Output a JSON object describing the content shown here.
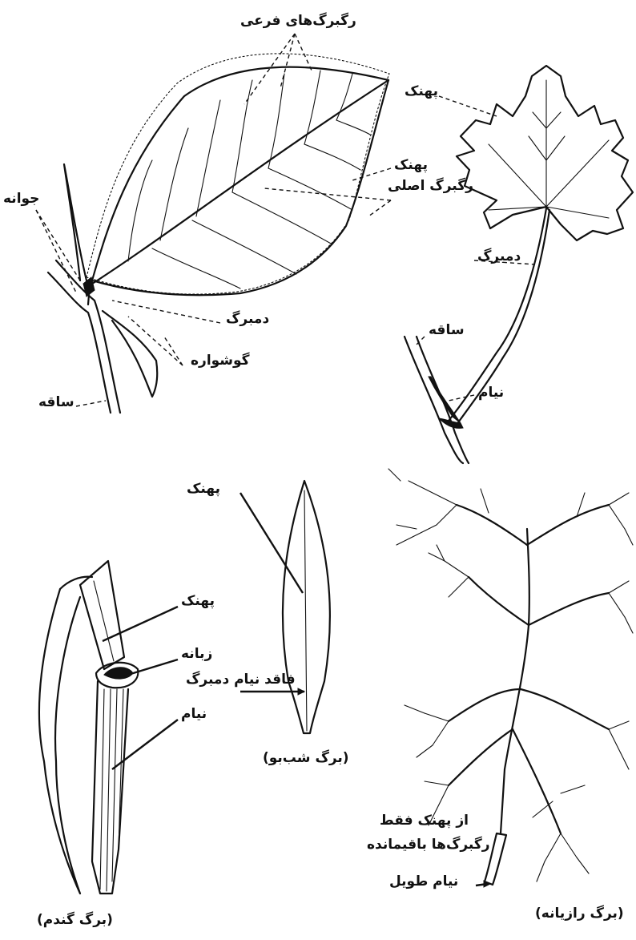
{
  "labels": {
    "beech_lateral_veins": "رگبرگ‌های فرعی",
    "beech_blade": "پهنک",
    "beech_main_vein": "رگبرگ اصلی",
    "beech_bud": "جوانه",
    "beech_petiole": "دمبرگ",
    "beech_stipule": "گوشواره",
    "beech_stem": "ساقه",
    "maple_blade": "پهنک",
    "maple_petiole": "دمبرگ",
    "maple_stem": "ساقه",
    "maple_sheath": "نیام",
    "stock_blade": "پهنک",
    "stock_note": "فاقد نیام دمبرگ",
    "stock_caption": "(برگ شب‌بو)",
    "wheat_blade": "پهنک",
    "wheat_ligule": "زبانه",
    "wheat_sheath": "نیام",
    "wheat_caption": "(برگ گندم)",
    "fennel_note_line1": "از پهنک فقط",
    "fennel_note_line2": "رگبرگ‌ها باقیمانده",
    "fennel_sheath": "نیام طویل",
    "fennel_caption": "(برگ رازیانه)"
  }
}
